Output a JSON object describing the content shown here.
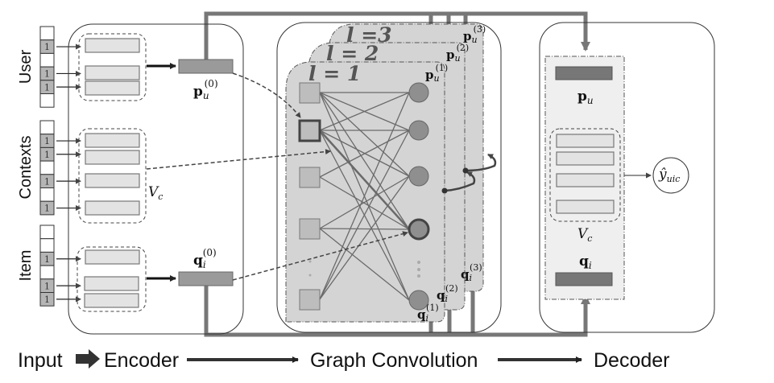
{
  "input_labels": {
    "user": "User",
    "contexts": "Contexts",
    "item": "Item"
  },
  "one_hot": {
    "user": [
      "",
      "1",
      "",
      "1",
      "1",
      ""
    ],
    "contexts": [
      "",
      "1",
      "1",
      "",
      "1",
      "",
      "1"
    ],
    "item": [
      "",
      "",
      "1",
      "",
      "1",
      "1"
    ]
  },
  "encoder": {
    "pu0": {
      "base": "p",
      "sub": "u",
      "sup": "(0)"
    },
    "qi0": {
      "base": "q",
      "sub": "i",
      "sup": "(0)"
    },
    "vc": {
      "base": "V",
      "sub": "c"
    }
  },
  "graph_conv": {
    "layers": [
      {
        "label": "l = 1"
      },
      {
        "label": "l = 2"
      },
      {
        "label": "l =3"
      }
    ],
    "pu": [
      {
        "base": "p",
        "sub": "u",
        "sup": "(1)"
      },
      {
        "base": "p",
        "sub": "u",
        "sup": "(2)"
      },
      {
        "base": "p",
        "sub": "u",
        "sup": "(3)"
      }
    ],
    "qi": [
      {
        "base": "q",
        "sub": "i",
        "sup": "(1)"
      },
      {
        "base": "q",
        "sub": "i",
        "sup": "(2)"
      },
      {
        "base": "q",
        "sub": "i",
        "sup": "(3)"
      }
    ]
  },
  "decoder": {
    "pu": {
      "base": "p",
      "sub": "u"
    },
    "qi": {
      "base": "q",
      "sub": "i"
    },
    "vc": {
      "base": "V",
      "sub": "c"
    },
    "output": {
      "base": "ŷ",
      "sub": "uic"
    }
  },
  "pipeline": {
    "input": "Input",
    "encoder": "Encoder",
    "graph_convolution": "Graph Convolution",
    "decoder": "Decoder"
  },
  "colors": {
    "frame": "#777777",
    "panel": "#d4d4d4",
    "embedding": "#e3e3e3",
    "vector": "#9a9a9a"
  }
}
